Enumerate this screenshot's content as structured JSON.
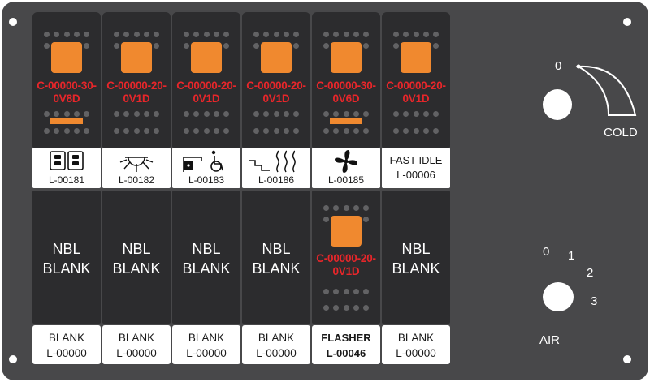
{
  "top_switches": [
    {
      "code": "C-00000-30-\n0V8D",
      "has_bar": true
    },
    {
      "code": "C-00000-20-\n0V1D",
      "has_bar": false
    },
    {
      "code": "C-00000-20-\n0V1D",
      "has_bar": false
    },
    {
      "code": "C-00000-20-\n0V1D",
      "has_bar": false
    },
    {
      "code": "C-00000-30-\n0V6D",
      "has_bar": true
    },
    {
      "code": "C-00000-20-\n0V1D",
      "has_bar": false
    }
  ],
  "legends": [
    {
      "icon": "dual-lamp-icon",
      "part": "L-00181"
    },
    {
      "icon": "work-light-icon",
      "part": "L-00182"
    },
    {
      "icon": "wheelchair-lift-icon",
      "part": "L-00183"
    },
    {
      "icon": "step-heater-icon",
      "part": "L-00186"
    },
    {
      "icon": "fan-icon",
      "part": "L-00185"
    },
    {
      "icon": "",
      "title": "FAST IDLE",
      "part": "L-00006"
    }
  ],
  "lower_switches": [
    {
      "text": "NBL\nBLANK"
    },
    {
      "text": "NBL\nBLANK"
    },
    {
      "text": "NBL\nBLANK"
    },
    {
      "text": "NBL\nBLANK"
    },
    {
      "code": "C-00000-20-\n0V1D"
    },
    {
      "text": "NBL\nBLANK"
    }
  ],
  "bottom_labels": [
    {
      "line1": "BLANK",
      "line2": "L-00000",
      "bold": false
    },
    {
      "line1": "BLANK",
      "line2": "L-00000",
      "bold": false
    },
    {
      "line1": "BLANK",
      "line2": "L-00000",
      "bold": false
    },
    {
      "line1": "BLANK",
      "line2": "L-00000",
      "bold": false
    },
    {
      "line1": "FLASHER",
      "line2": "L-00046",
      "bold": true
    },
    {
      "line1": "BLANK",
      "line2": "L-00000",
      "bold": false
    }
  ],
  "temp_control": {
    "zero": "0",
    "label": "COLD"
  },
  "air_control": {
    "positions": [
      "0",
      "1",
      "2",
      "3"
    ],
    "label": "AIR"
  },
  "colors": {
    "panel": "#48484a",
    "switch": "#2c2c2e",
    "lamp": "#f0892f",
    "code_text": "#e8262a"
  }
}
